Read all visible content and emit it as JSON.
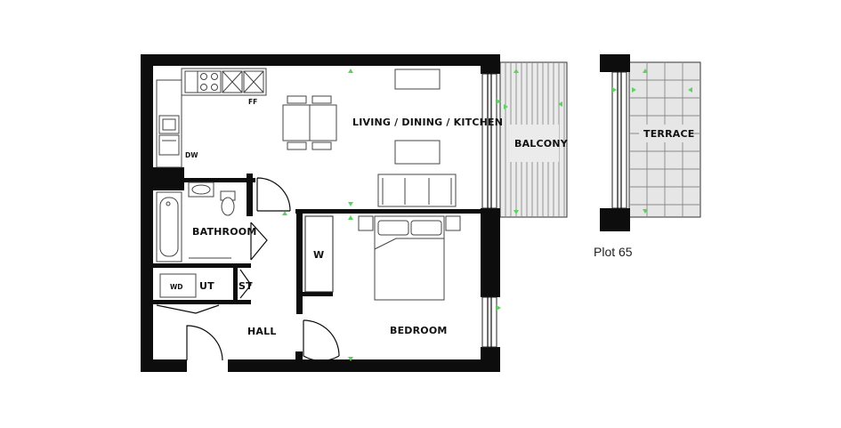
{
  "rooms": {
    "living": "LIVING / DINING / KITCHEN",
    "balcony": "BALCONY",
    "terrace": "TERRACE",
    "bathroom": "BATHROOM",
    "bedroom": "BEDROOM",
    "hall": "HALL",
    "wardrobe": "W",
    "utility": "UT",
    "store": "ST"
  },
  "appliances": {
    "fridge_freezer": "FF",
    "dishwasher": "DW",
    "washer_dryer": "WD"
  },
  "plot_label": "Plot 65",
  "colors": {
    "wall": "#0d0d0d",
    "indicator": "#5ed25e",
    "tile": "#e6e6e6",
    "decking": "#ebebeb"
  }
}
